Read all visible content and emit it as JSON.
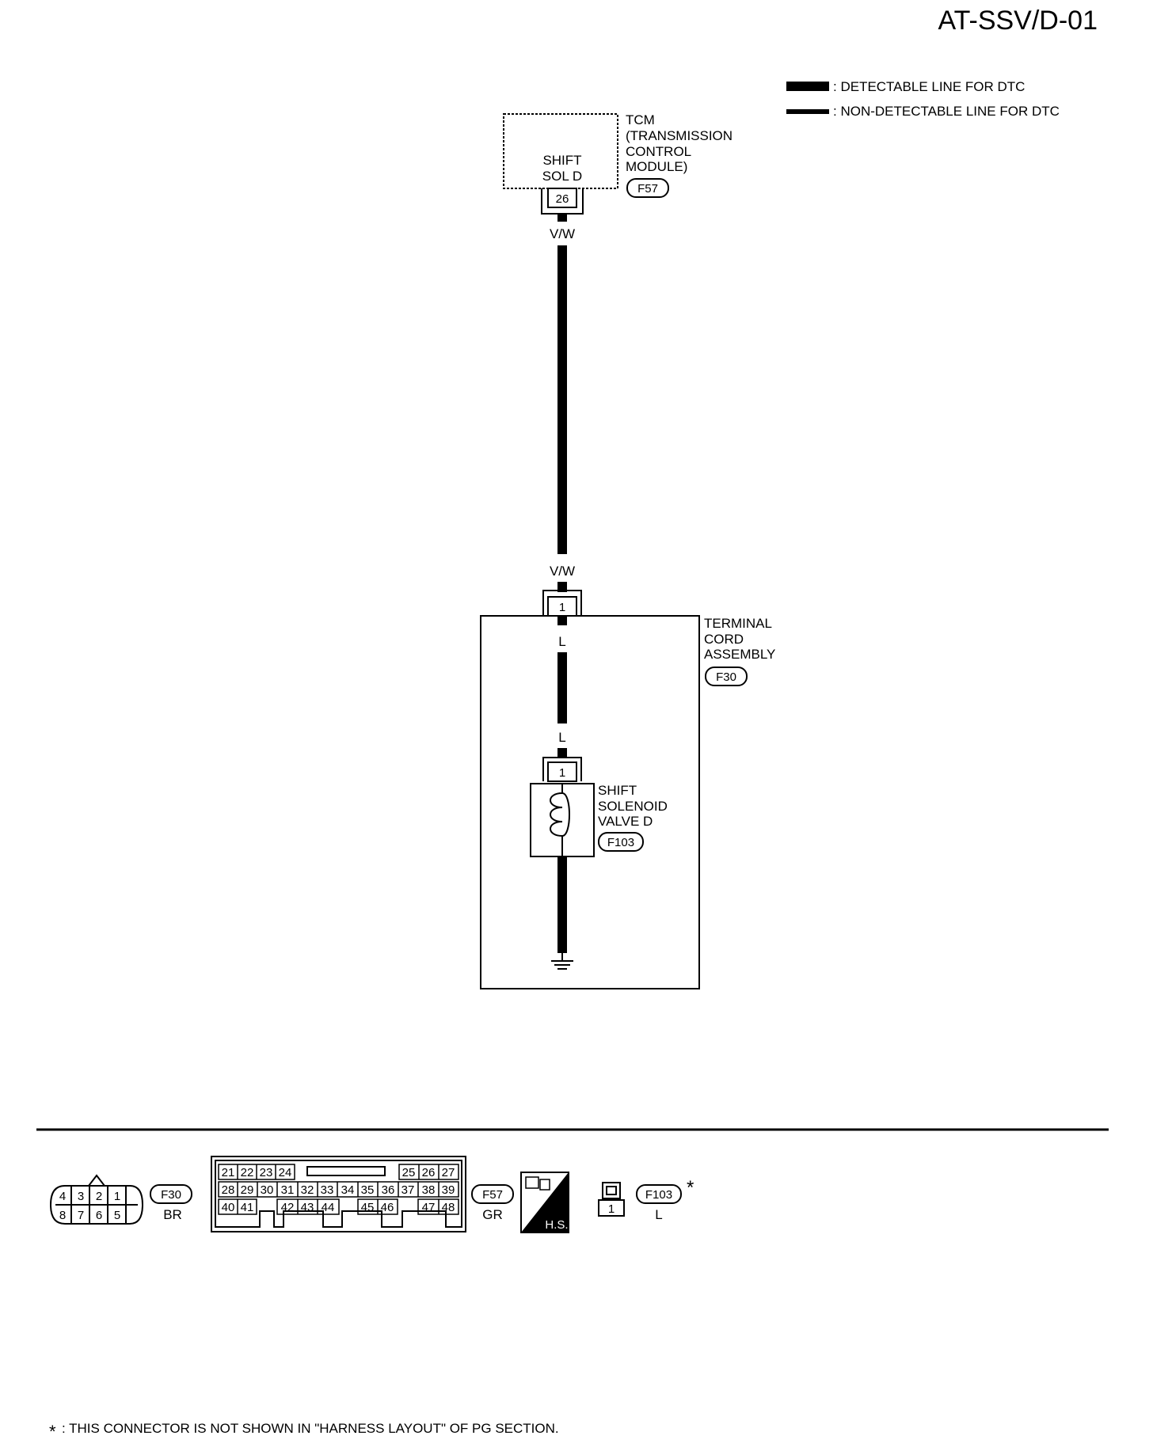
{
  "diagram_id": "AT-SSV/D-01",
  "legend": {
    "detectable": ": DETECTABLE LINE FOR DTC",
    "non_detectable": ": NON-DETECTABLE LINE FOR DTC"
  },
  "tcm": {
    "name_lines": [
      "TCM",
      "(TRANSMISSION",
      "CONTROL",
      "MODULE)"
    ],
    "inner_lines": [
      "SHIFT",
      "SOL D"
    ],
    "terminal": "26",
    "connector": "F57"
  },
  "wire_upper": {
    "color_top": "V/W",
    "color_bottom": "V/W"
  },
  "terminal_cord": {
    "name_lines": [
      "TERMINAL",
      "CORD",
      "ASSEMBLY"
    ],
    "connector": "F30",
    "terminal": "1",
    "wire_color_top": "L",
    "wire_color_bottom": "L"
  },
  "solenoid": {
    "name_lines": [
      "SHIFT",
      "SOLENOID",
      "VALVE D"
    ],
    "connector": "F103",
    "terminal": "1"
  },
  "connector_views": {
    "f30": {
      "id": "F30",
      "color": "BR",
      "top_pins": [
        "4",
        "3",
        "2",
        "1"
      ],
      "bottom_pins": [
        "8",
        "7",
        "6",
        "5"
      ]
    },
    "f57": {
      "id": "F57",
      "color": "GR",
      "row1_left": [
        "21",
        "22",
        "23",
        "24"
      ],
      "row1_right": [
        "25",
        "26",
        "27"
      ],
      "row2": [
        "28",
        "29",
        "30",
        "31",
        "32",
        "33",
        "34",
        "35",
        "36",
        "37",
        "38",
        "39"
      ],
      "row3": [
        "40",
        "41",
        "42",
        "43",
        "44",
        "45",
        "46",
        "47",
        "48"
      ]
    },
    "hs_label": "H.S.",
    "f103": {
      "id": "F103",
      "color": "L",
      "pin": "1",
      "star": "*"
    }
  },
  "footnote": {
    "star": "*",
    "text": ": THIS CONNECTOR IS NOT SHOWN IN \"HARNESS LAYOUT\" OF PG SECTION."
  },
  "colors": {
    "ink": "#000000",
    "paper": "#ffffff"
  }
}
